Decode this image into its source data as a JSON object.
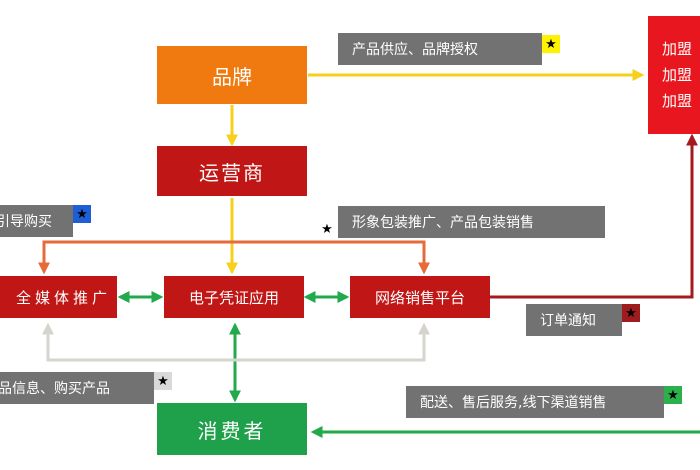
{
  "nodes": {
    "brand": "品牌",
    "operator": "运营商",
    "media": "全媒体推广",
    "evoucher": "电子凭证应用",
    "online": "网络销售平台",
    "consumer": "消费者",
    "franchise": [
      "加盟",
      "加盟",
      "加盟"
    ]
  },
  "labels": {
    "supply": "产品供应、品牌授权",
    "guide": "引导购买",
    "image": "形象包装推广、产品包装销售",
    "order": "订单通知",
    "info": "品信息、购买产品",
    "delivery": "配送、售后服务,线下渠道销售"
  },
  "icons": {
    "star": "★"
  },
  "colors": {
    "brand": "#F07A10",
    "operator": "#C01616",
    "media": "#C01616",
    "evoucher": "#C01616",
    "online": "#C01616",
    "franchise": "#E8161E",
    "consumer": "#1FA04A",
    "arrow_yellow": "#F7D01C",
    "arrow_orange": "#E66A3A",
    "arrow_green": "#22A94B",
    "arrow_gray": "#D6D4CD",
    "arrow_darkred": "#A51A1E",
    "label_bg": "#727272",
    "star_yellow": "#FFF200",
    "star_blue": "#1E5FD6",
    "star_gray": "#D9D9D9",
    "star_darkred": "#9E1B1E",
    "star_green": "#2BB14C"
  }
}
